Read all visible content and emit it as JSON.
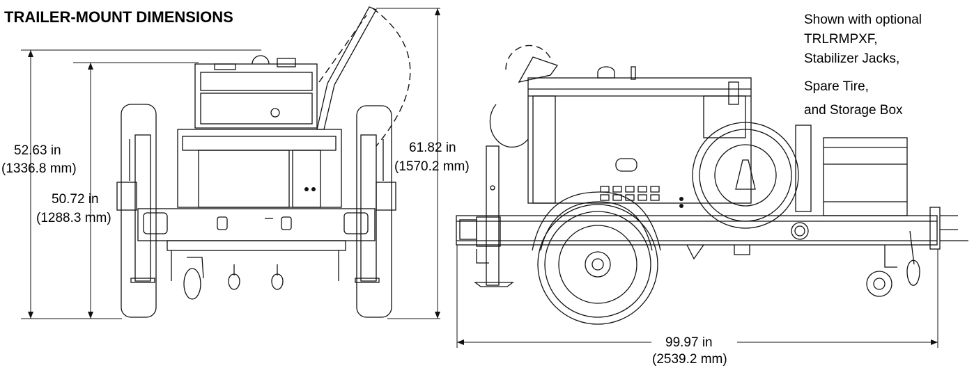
{
  "title": "TRAILER-MOUNT DIMENSIONS",
  "note_lines": [
    "Shown with optional",
    "TRLRMPXF,",
    "Stabilizer Jacks,",
    "Spare Tire,",
    "and Storage Box"
  ],
  "dimensions": {
    "overall_height_raised": {
      "in": "52.63 in",
      "mm": "(1336.8 mm)"
    },
    "height": {
      "in": "50.72 in",
      "mm": "(1288.3 mm)"
    },
    "height_lid_open": {
      "in": "61.82 in",
      "mm": "(1570.2 mm)"
    },
    "length": {
      "in": "99.97 in",
      "mm": "(2539.2 mm)"
    }
  }
}
